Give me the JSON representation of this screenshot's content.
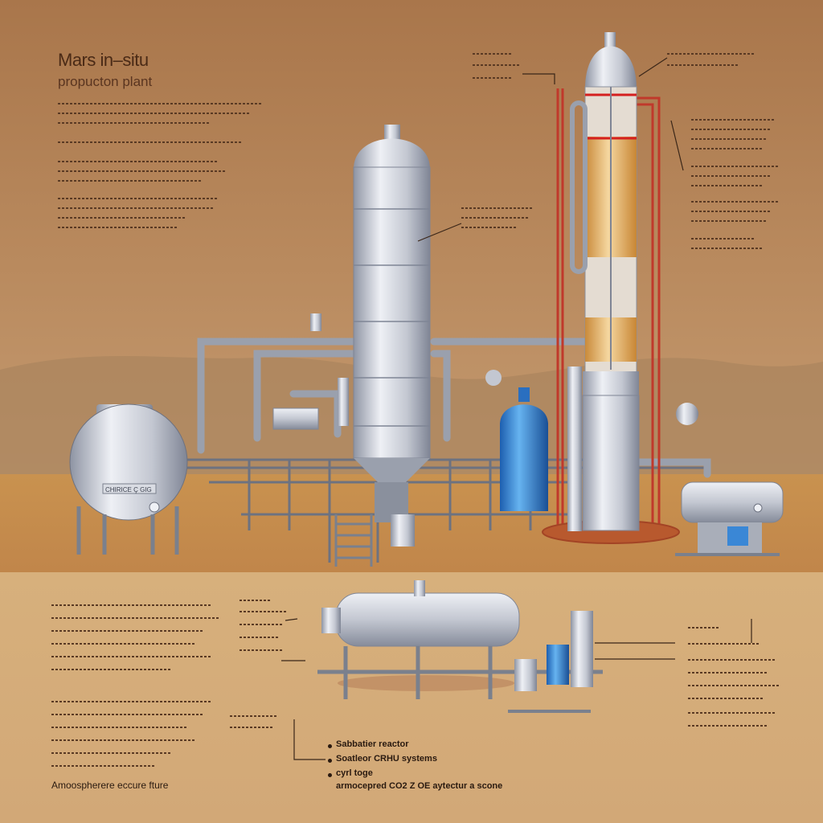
{
  "title": "Mars in–situ",
  "subtitle": "propucton plant",
  "legend": {
    "item1": "Sabbatier reactor",
    "item2": "Soatleor CRHU systems",
    "item3": "cyrl toge",
    "item4": "armocepred CO2 Z OE aytectur a scone"
  },
  "bottom_left_label": "Amoospherere eccure fture",
  "tank_label": "CHIRICE Ç GIG",
  "colors": {
    "background": "#b7865a",
    "steel": "#c8ccd6",
    "water_tank": "#3a87d6",
    "fuel": "#e0a24a",
    "pipe_red": "#c0392b"
  }
}
